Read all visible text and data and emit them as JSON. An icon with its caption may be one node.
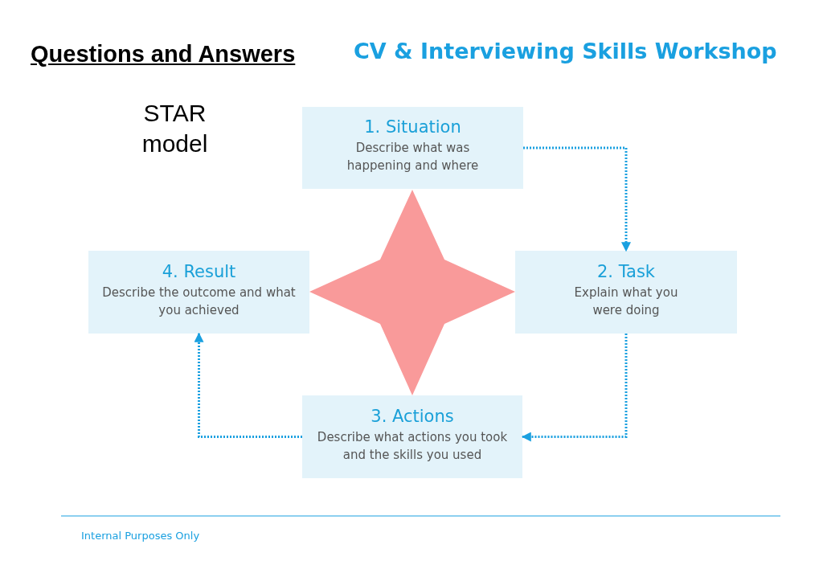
{
  "diagram": {
    "title": "Questions and Answers",
    "nodes": [
      {
        "text": [
          "1. Situation",
          "Describe what was happening and where"
        ]
      },
      {
        "text": [
          "2. Task",
          "Explain what you were doing"
        ]
      },
      {
        "text": [
          "3. Actions",
          "Describe what actions you took and the skills you used"
        ]
      },
      {
        "text": [
          "4. Result",
          "Describe the outcome and what you achieved"
        ]
      },
      {
        "text": [],
        "shape": "star"
      }
    ],
    "edges": [
      {
        "from": 0,
        "to": 1,
        "arrow": "to",
        "style": "dashed"
      },
      {
        "from": 1,
        "to": 2,
        "arrow": "to",
        "style": "dashed"
      },
      {
        "from": 2,
        "to": 3,
        "arrow": "to",
        "style": "dashed"
      }
    ],
    "labels": [
      "CV & Interviewing Skills Workshop",
      "STAR model",
      "Internal Purposes Only"
    ]
  }
}
